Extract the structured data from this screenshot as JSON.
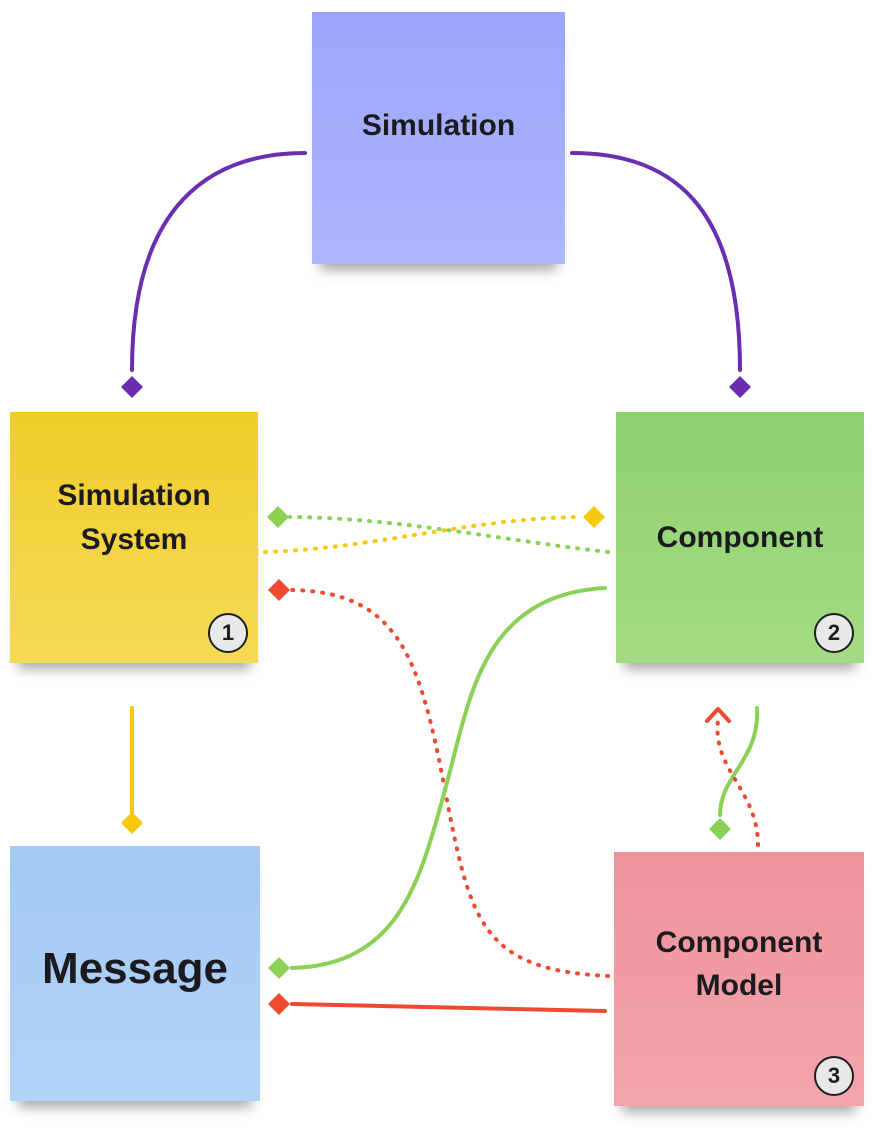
{
  "notes": {
    "simulation": {
      "label": "Simulation"
    },
    "simulation_system": {
      "label_line1": "Simulation",
      "label_line2": "System",
      "badge": "1"
    },
    "component": {
      "label": "Component",
      "badge": "2"
    },
    "message": {
      "label": "Message"
    },
    "component_model": {
      "label_line1": "Component",
      "label_line2": "Model",
      "badge": "3"
    }
  },
  "colors": {
    "simulation": "#9ba6fb",
    "simulation_system": "#f1cd2a",
    "component": "#8fd16e",
    "message": "#a3c9f4",
    "component_model": "#ee929a",
    "purple_edge": "#6a2fb0",
    "yellow_edge": "#f6c90e",
    "green_edge": "#8bd155",
    "red_edge": "#ed4a2f"
  },
  "connections": [
    {
      "from": "simulation",
      "to": "simulation_system",
      "style": "solid",
      "color": "purple",
      "marker": "diamond"
    },
    {
      "from": "simulation",
      "to": "component",
      "style": "solid",
      "color": "purple",
      "marker": "diamond"
    },
    {
      "from": "component",
      "to": "simulation_system",
      "style": "dotted",
      "color": "green",
      "marker": "diamond"
    },
    {
      "from": "simulation_system",
      "to": "component",
      "style": "dotted",
      "color": "yellow",
      "marker": "diamond"
    },
    {
      "from": "component_model",
      "to": "simulation_system",
      "style": "dotted",
      "color": "red",
      "marker": "diamond"
    },
    {
      "from": "component",
      "to": "message",
      "style": "solid",
      "color": "green",
      "marker": "diamond"
    },
    {
      "from": "component_model",
      "to": "message",
      "style": "solid",
      "color": "red",
      "marker": "diamond"
    },
    {
      "from": "simulation_system",
      "to": "message",
      "style": "solid",
      "color": "yellow",
      "marker": "diamond"
    },
    {
      "from": "component",
      "to": "component_model",
      "style": "solid",
      "color": "green",
      "marker": "diamond"
    },
    {
      "from": "component_model",
      "to": "component",
      "style": "dotted",
      "color": "red",
      "marker": "arrow"
    }
  ]
}
